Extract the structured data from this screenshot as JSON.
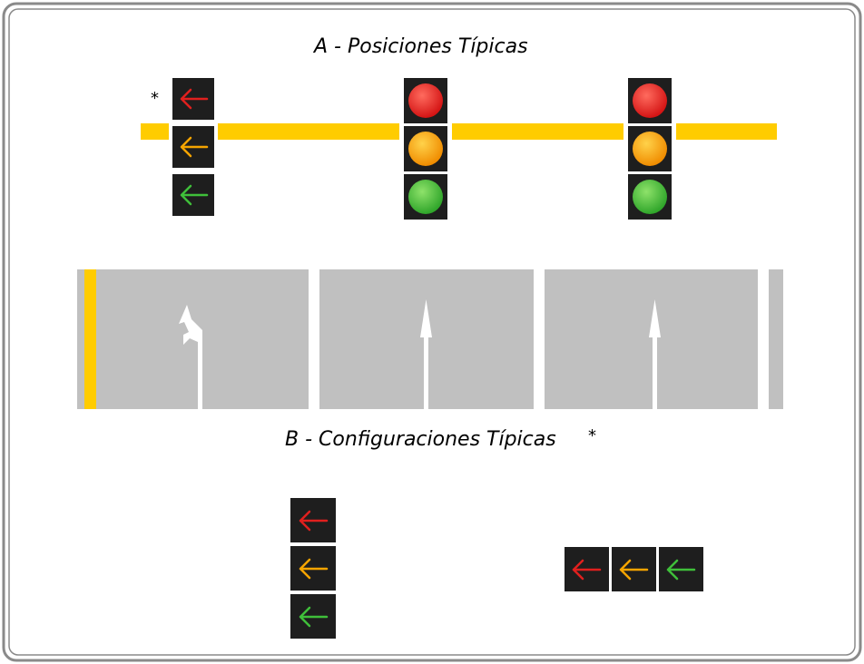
{
  "titles": {
    "section_a": "A - Posiciones Típicas",
    "section_b": "B - Configuraciones Típicas",
    "asterisk": "*",
    "asterisk_b": "*"
  },
  "colors": {
    "frame_border": "#8a8a8a",
    "bar_yellow": "#ffcc00",
    "signal_housing": "#1e1e1e",
    "road": "#c0c0c0",
    "lane_line": "#ffffff",
    "lane_edge_yellow": "#ffcc00",
    "red": "#e0201e",
    "amber": "#f5a400",
    "green": "#3fbf3a"
  },
  "section_a": {
    "arrow_signal_lights": [
      "red-arrow",
      "amber-arrow",
      "green-arrow"
    ],
    "ball_signals": [
      {
        "lights": [
          "red-ball",
          "amber-ball",
          "green-ball"
        ]
      },
      {
        "lights": [
          "red-ball",
          "amber-ball",
          "green-ball"
        ]
      }
    ],
    "lanes": [
      {
        "marking": "left-turn-arrow-icon"
      },
      {
        "marking": "straight-arrow-icon"
      },
      {
        "marking": "straight-arrow-icon"
      }
    ]
  },
  "section_b": {
    "vertical_config": [
      "red-arrow",
      "amber-arrow",
      "green-arrow"
    ],
    "horizontal_config": [
      "red-arrow",
      "amber-arrow",
      "green-arrow"
    ]
  }
}
